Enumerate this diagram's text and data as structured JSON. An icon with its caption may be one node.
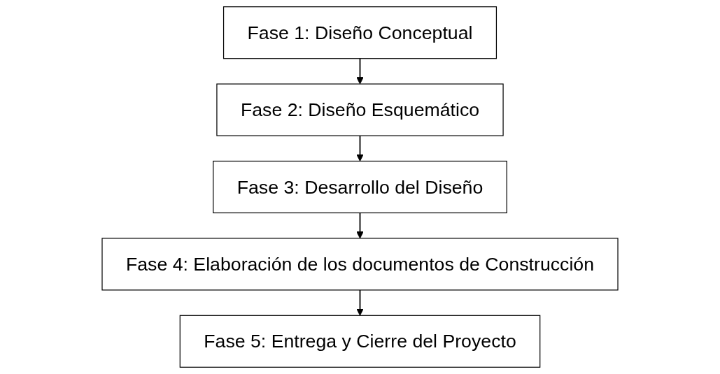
{
  "diagram": {
    "nodes": [
      {
        "text": [
          "Fase 1: Diseño Conceptual"
        ]
      },
      {
        "text": [
          "Fase 2: Diseño Esquemático"
        ]
      },
      {
        "text": [
          "Fase 3: Desarrollo del Diseño"
        ]
      },
      {
        "text": [
          "Fase 4: Elaboración de los documentos de Construcción"
        ]
      },
      {
        "text": [
          "Fase 5: Entrega y Cierre del Proyecto"
        ]
      }
    ],
    "edges": [
      {
        "from": 0,
        "to": 1,
        "arrow": "to"
      },
      {
        "from": 1,
        "to": 2,
        "arrow": "to"
      },
      {
        "from": 2,
        "to": 3,
        "arrow": "to"
      },
      {
        "from": 3,
        "to": 4,
        "arrow": "to"
      }
    ]
  }
}
